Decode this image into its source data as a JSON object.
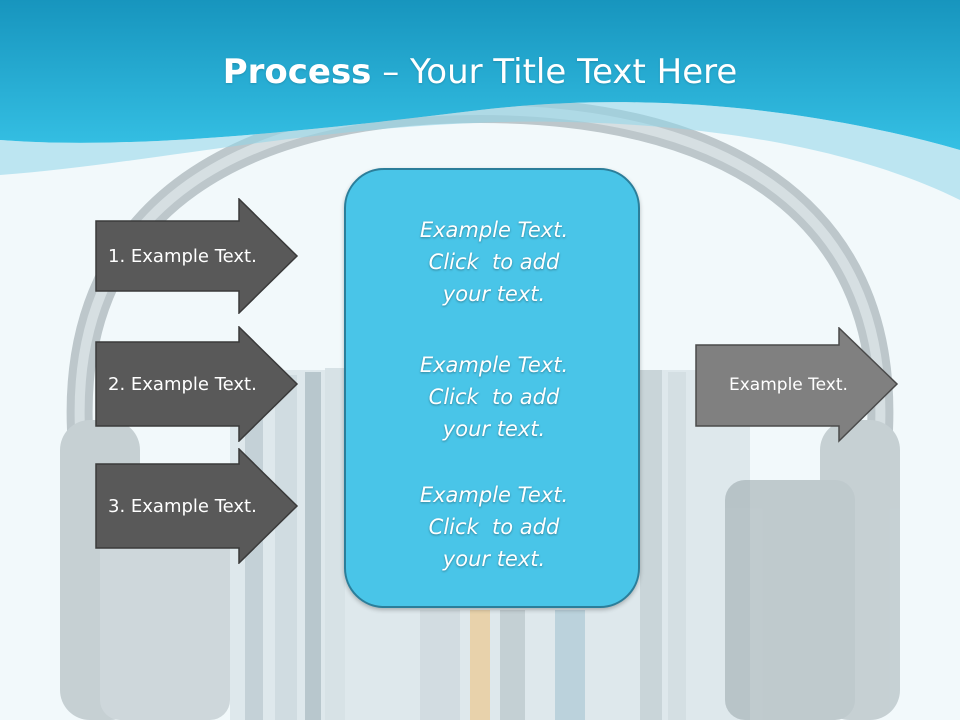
{
  "slide": {
    "title_bold": "Process",
    "title_rest": " – Your Title Text Here"
  },
  "left_arrows": [
    {
      "label": "1. Example Text."
    },
    {
      "label": "2. Example Text."
    },
    {
      "label": "3. Example Text."
    }
  ],
  "center_box": {
    "blocks": [
      {
        "lines": [
          "Example Text.",
          "Click  to add",
          "your text."
        ]
      },
      {
        "lines": [
          "Example Text.",
          "Click  to add",
          "your text."
        ]
      },
      {
        "lines": [
          "Example Text.",
          "Click  to add",
          "your text."
        ]
      }
    ]
  },
  "right_arrow": {
    "label": "Example Text."
  },
  "colors": {
    "header_blue": "#2aaed2",
    "box_fill": "#49c5e8",
    "arrow_dark": "#595959",
    "arrow_gray": "#808080"
  }
}
